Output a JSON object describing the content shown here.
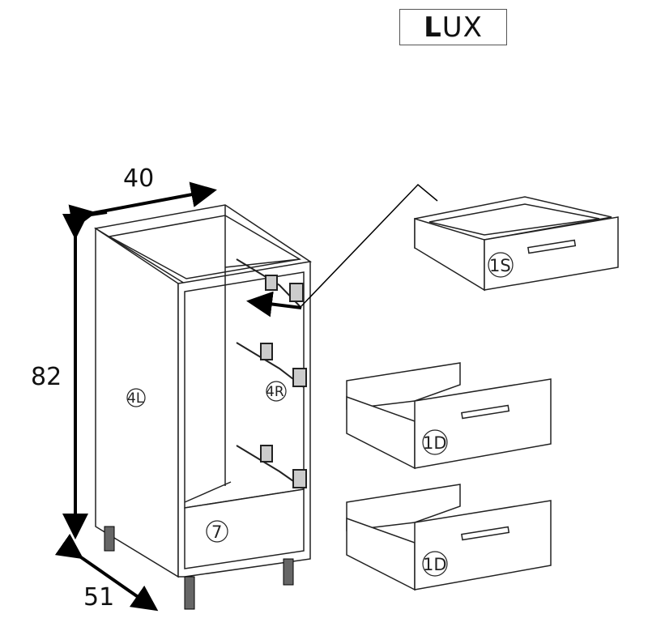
{
  "badge": {
    "first": "L",
    "rest": "UX"
  },
  "dimensions": {
    "width": "40",
    "height": "82",
    "depth": "51"
  },
  "part_labels": {
    "left_side": "4L",
    "right_side": "4R",
    "bottom": "7",
    "drawer_top": "1S",
    "drawer_middle": "1D",
    "drawer_bottom": "1D"
  }
}
